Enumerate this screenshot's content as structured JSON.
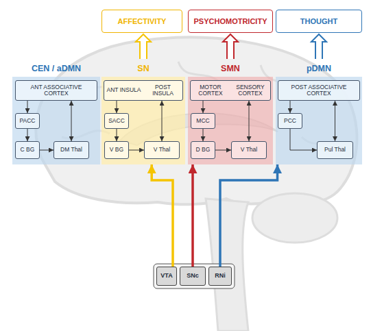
{
  "diagram": {
    "nodes": [
      {
        "text": [
          "AFFECTIVITY"
        ]
      },
      {
        "text": [
          "PSYCHOMOTRICITY"
        ]
      },
      {
        "text": [
          "THOUGHT"
        ]
      },
      {
        "text": [
          "CEN / aDMN"
        ]
      },
      {
        "text": [
          "ANT ASSOCIATIVE CORTEX"
        ],
        "in": 3
      },
      {
        "text": [
          "PACC"
        ],
        "in": 3
      },
      {
        "text": [
          "C BG"
        ],
        "in": 3
      },
      {
        "text": [
          "DM Thal"
        ],
        "in": 3
      },
      {
        "text": [
          "SN"
        ]
      },
      {
        "text": [
          "ANT INSULA",
          "POST INSULA"
        ],
        "in": 8
      },
      {
        "text": [
          "SACC"
        ],
        "in": 8
      },
      {
        "text": [
          "V BG"
        ],
        "in": 8
      },
      {
        "text": [
          "V Thal"
        ],
        "in": 8
      },
      {
        "text": [
          "SMN"
        ]
      },
      {
        "text": [
          "MOTOR CORTEX",
          "SENSORY CORTEX"
        ],
        "in": 13
      },
      {
        "text": [
          "MCC"
        ],
        "in": 13
      },
      {
        "text": [
          "D BG"
        ],
        "in": 13
      },
      {
        "text": [
          "V Thal"
        ],
        "in": 13
      },
      {
        "text": [
          "pDMN"
        ]
      },
      {
        "text": [
          "POST ASSOCIATIVE CORTEX"
        ],
        "in": 18
      },
      {
        "text": [
          "PCC"
        ],
        "in": 18
      },
      {
        "text": [
          "Pul Thal"
        ],
        "in": 18
      },
      {
        "text": [
          "VTA"
        ]
      },
      {
        "text": [
          "SNc"
        ]
      },
      {
        "text": [
          "RNi"
        ]
      }
    ],
    "edges": [
      {
        "from": 8,
        "to": 0,
        "arrow": "to"
      },
      {
        "from": 13,
        "to": 1,
        "arrow": "to"
      },
      {
        "from": 18,
        "to": 2,
        "arrow": "to"
      },
      {
        "from": 4,
        "to": 5,
        "arrow": "to"
      },
      {
        "from": 5,
        "to": 6,
        "arrow": "to"
      },
      {
        "from": 6,
        "to": 7,
        "arrow": "to"
      },
      {
        "from": 7,
        "to": 4,
        "arrow": "both"
      },
      {
        "from": 9,
        "to": 10,
        "arrow": "to"
      },
      {
        "from": 10,
        "to": 11,
        "arrow": "to"
      },
      {
        "from": 11,
        "to": 12,
        "arrow": "to"
      },
      {
        "from": 12,
        "to": 9,
        "arrow": "both"
      },
      {
        "from": 14,
        "to": 15,
        "arrow": "to"
      },
      {
        "from": 15,
        "to": 16,
        "arrow": "to"
      },
      {
        "from": 16,
        "to": 17,
        "arrow": "to"
      },
      {
        "from": 17,
        "to": 14,
        "arrow": "both"
      },
      {
        "from": 19,
        "to": 20,
        "arrow": "to"
      },
      {
        "from": 20,
        "to": 21,
        "arrow": "to"
      },
      {
        "from": 21,
        "to": 19,
        "arrow": "both"
      },
      {
        "from": 22,
        "to": 8,
        "arrow": "to"
      },
      {
        "from": 23,
        "to": 13,
        "arrow": "to"
      },
      {
        "from": 24,
        "to": 18,
        "arrow": "to"
      }
    ]
  }
}
